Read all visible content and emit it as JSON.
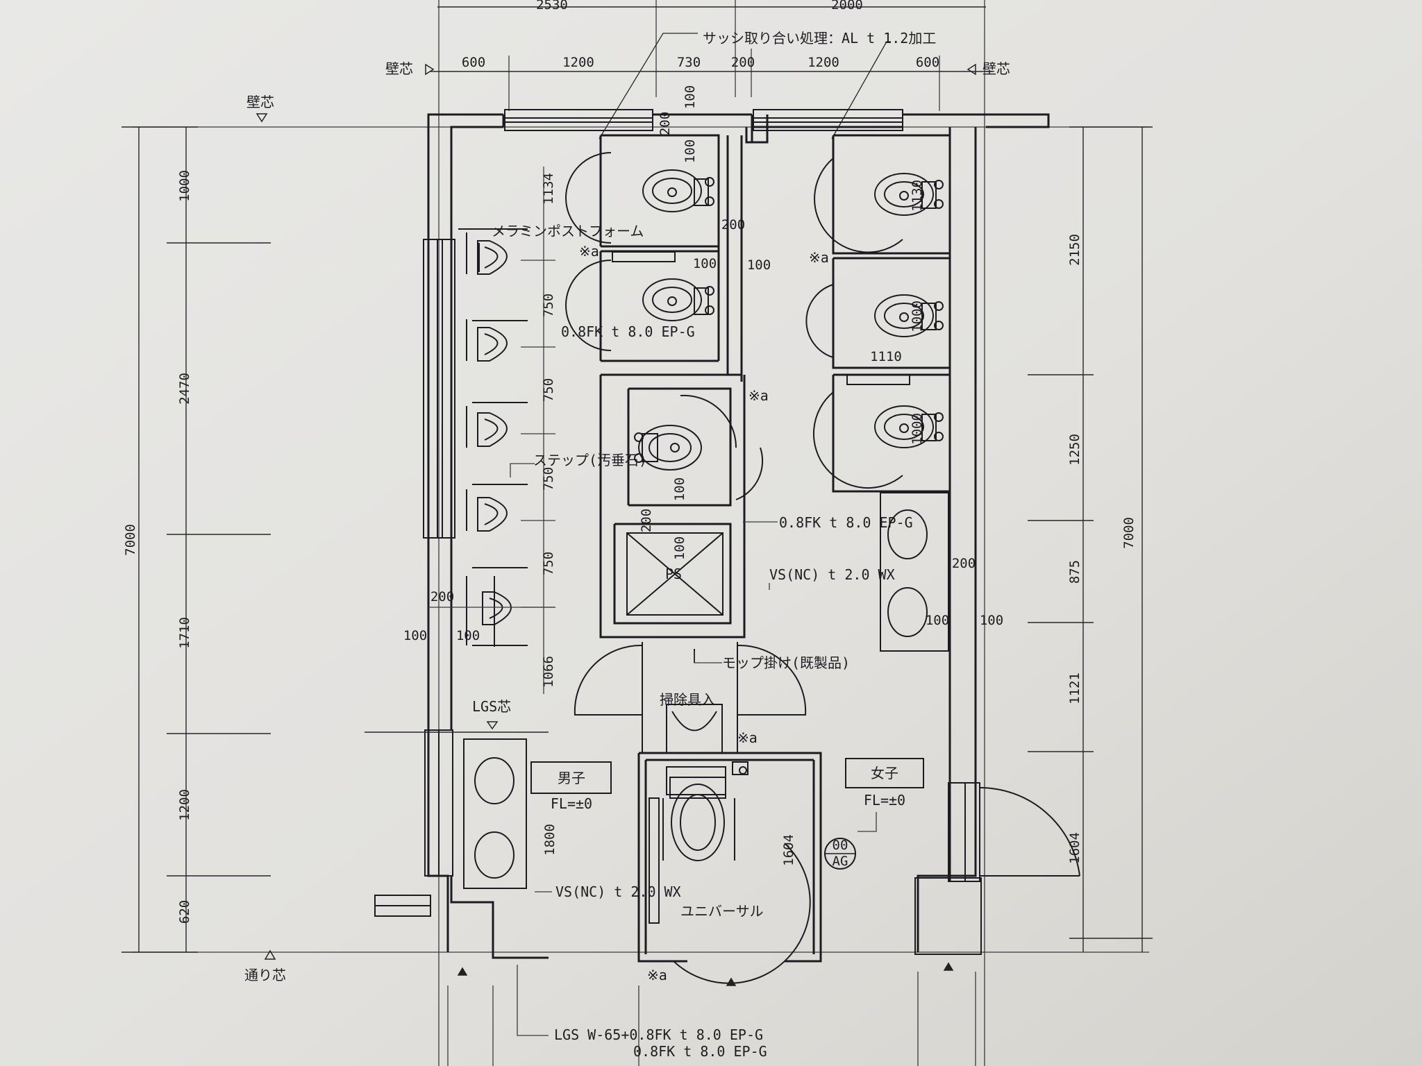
{
  "dimensions": {
    "top_totals": [
      "2530",
      "2000"
    ],
    "top_row": [
      "600",
      "1200",
      "730",
      "200",
      "1200",
      "600"
    ],
    "left_total": "7000",
    "left_segments": [
      "1000",
      "2470",
      "1710",
      "1200",
      "620"
    ],
    "right_total": "7000",
    "right_segments": [
      "2150",
      "1250",
      "875",
      "1121",
      "1604"
    ],
    "interior": {
      "d100_a": "100",
      "d200_a": "200",
      "d1134": "1134",
      "d100_b": "100",
      "d200_b": "200",
      "d100_c": "100",
      "d100_d": "100",
      "d750_a": "750",
      "d750_b": "750",
      "d750_c": "750",
      "d750_d": "750",
      "d1066": "1066",
      "d200_c": "200",
      "d100_e": "100",
      "d100_f": "100",
      "d100_g": "100",
      "d200_d": "200",
      "d100_h": "100",
      "d1130": "1130",
      "d1000_a": "1000",
      "d1110": "1110",
      "d1000_b": "1000",
      "d200_e": "200",
      "d100_i": "100",
      "d100_j": "100",
      "d1800": "1800",
      "d1604": "1604"
    }
  },
  "labels": {
    "wall_center_left": "壁芯",
    "wall_center_right": "壁芯",
    "wall_center_vert": "壁芯",
    "street_center": "通り芯",
    "lgs_center": "LGS芯",
    "sash_note": "サッシ取り合い処理：AL t 1.2加工",
    "melamine": "メラミンポストフォーム",
    "mark_a1": "※a",
    "mark_a2": "※a",
    "mark_a3": "※a",
    "mark_a4": "※a",
    "mark_a5": "※a",
    "panel_spec_1": "0.8FK t 8.0 EP-G",
    "panel_spec_2": "0.8FK t 8.0 EP-G",
    "step": "ステップ(汚垂石)",
    "ps": "PS",
    "vs_1": "VS(NC) t 2.0 WX",
    "vs_2": "VS(NC) t 2.0 WX",
    "mop": "モップ掛け(既製品)",
    "cleaning": "掃除具入",
    "men": "男子",
    "men_fl": "FL=±0",
    "women": "女子",
    "women_fl": "FL=±0",
    "universal": "ユニバーサル",
    "tag_top": "00",
    "tag_bottom": "AG",
    "lgs_spec_1": "LGS W-65+0.8FK t 8.0 EP-G",
    "lgs_spec_2": "0.8FK t 8.0 EP-G"
  }
}
